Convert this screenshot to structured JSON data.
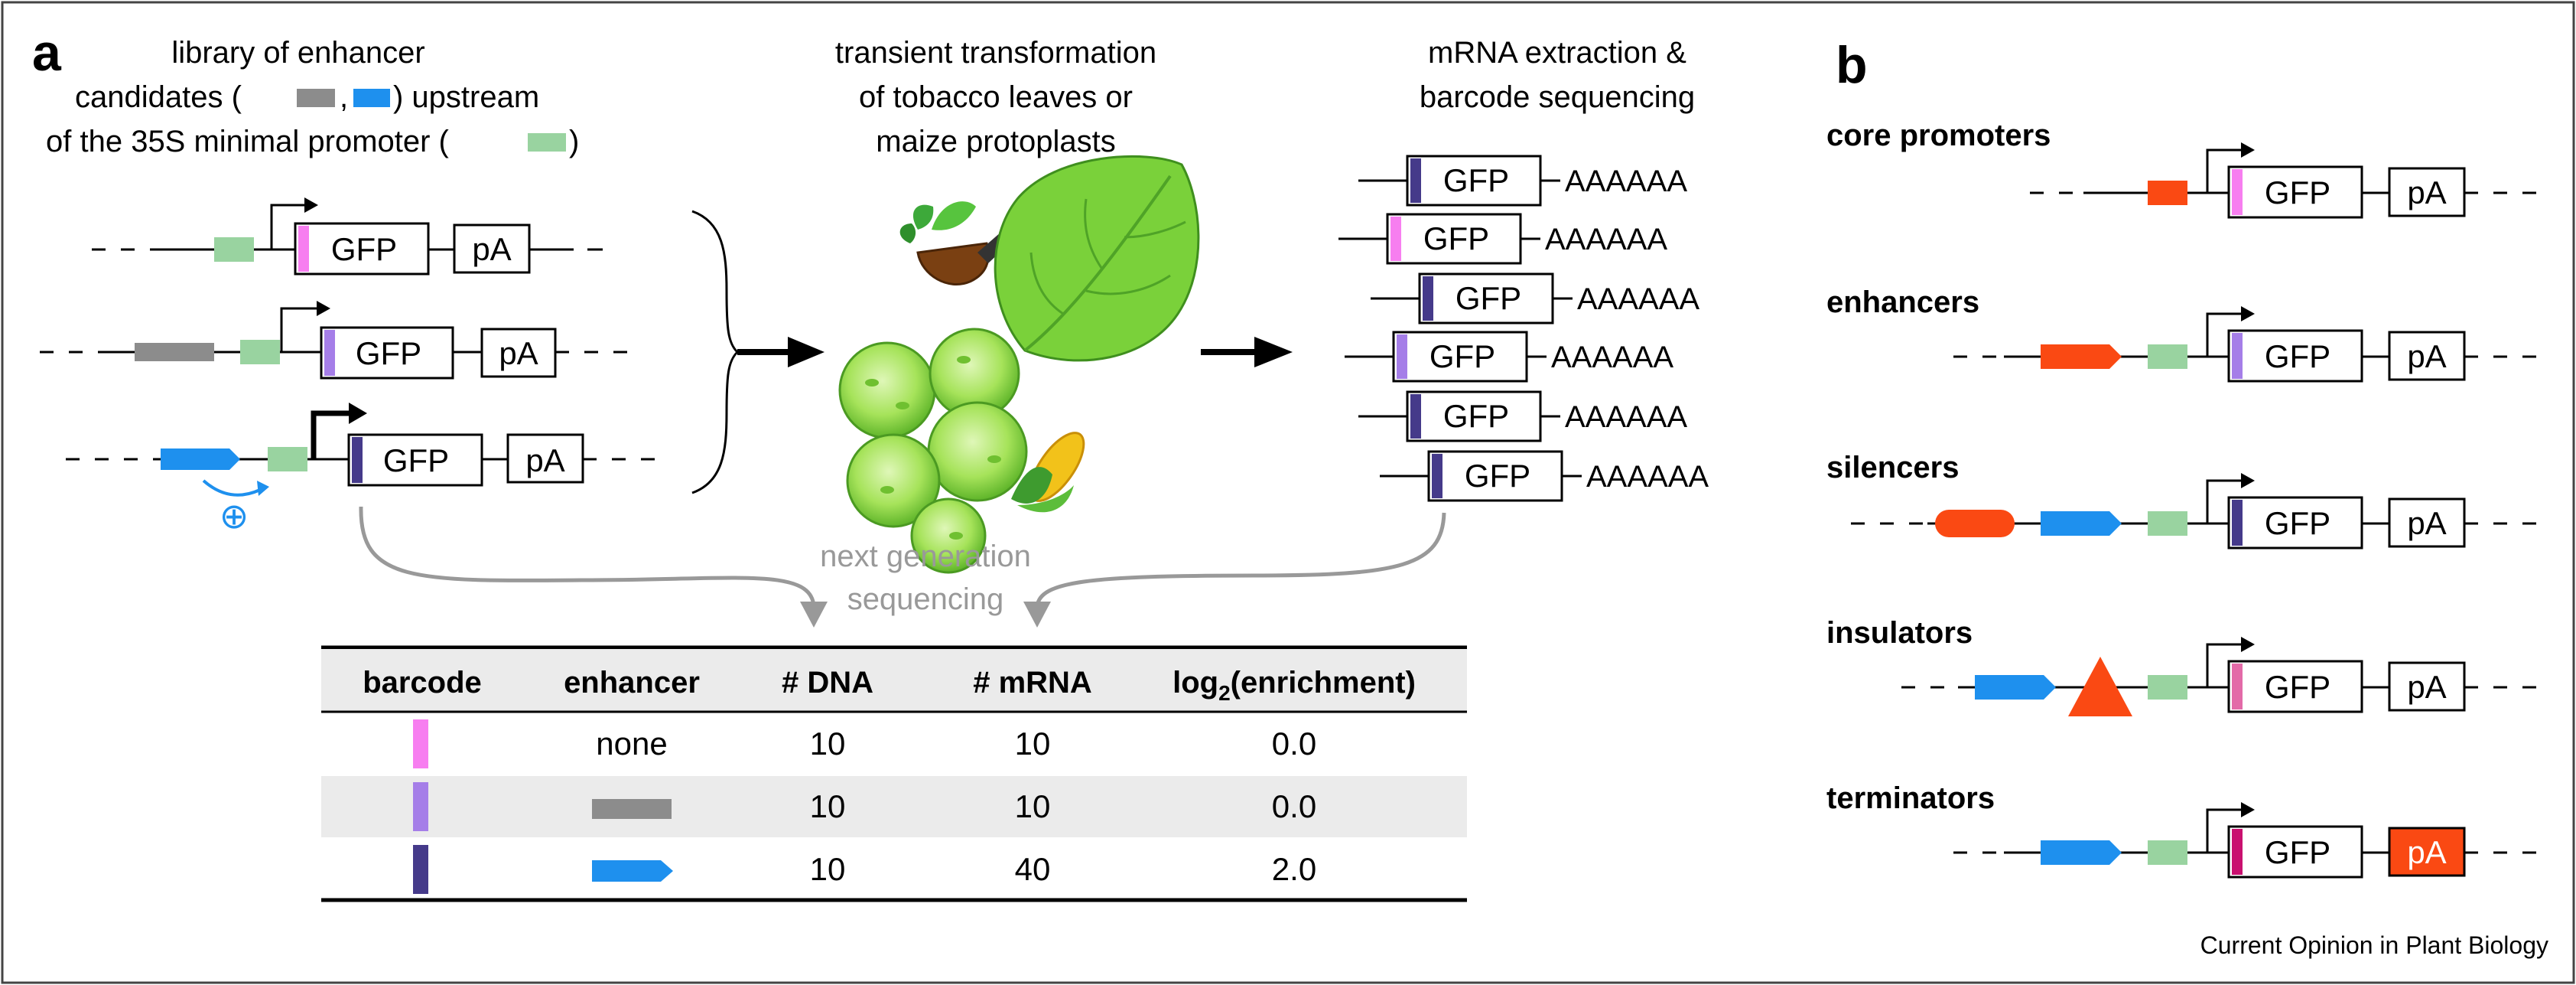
{
  "panel_a": {
    "label": "a",
    "captions": {
      "library_line1": "library of enhancer",
      "library_line2a": "candidates (",
      "library_line2b": ",",
      "library_line2c": ") upstream",
      "library_line3a": "of the 35S minimal promoter (",
      "library_line3b": ")",
      "transform_line1": "transient transformation",
      "transform_line2": "of tobacco leaves or",
      "transform_line3": "maize protoplasts",
      "mrna_line1": "mRNA extraction &",
      "mrna_line2": "barcode sequencing",
      "ngs_line1": "next generation",
      "ngs_line2": "sequencing",
      "plus": "⊕"
    },
    "construct": {
      "gfp": "GFP",
      "pa": "pA",
      "polyA": "AAAAAA"
    },
    "table": {
      "headers": {
        "barcode": "barcode",
        "enhancer": "enhancer",
        "dna": "# DNA",
        "mrna": "# mRNA",
        "log_prefix": "log",
        "log_sub": "2",
        "log_suffix": "(enrichment)"
      },
      "rows": [
        {
          "enhancer": "none",
          "dna": "10",
          "mrna": "10",
          "log2": "0.0",
          "barcode_color": "#f77ef0"
        },
        {
          "enhancer": "",
          "dna": "10",
          "mrna": "10",
          "log2": "0.0",
          "barcode_color": "#a57ee8"
        },
        {
          "enhancer": "",
          "dna": "10",
          "mrna": "40",
          "log2": "2.0",
          "barcode_color": "#453a8a"
        }
      ]
    }
  },
  "panel_b": {
    "label": "b",
    "titles": {
      "core": "core promoters",
      "enhancers": "enhancers",
      "silencers": "silencers",
      "insulators": "insulators",
      "terminators": "terminators"
    }
  },
  "footer": "Current Opinion in Plant Biology",
  "colors": {
    "enhancer_gray": "#8c8c8c",
    "enhancer_blue": "#1e90ee",
    "promoter_green": "#99d3a0",
    "element_orange": "#fa4913",
    "arrow_gray": "#999999",
    "row_shade": "#ebebeb",
    "barcode_pink": "#f77ef0",
    "barcode_lilac": "#a57ee8",
    "barcode_navy": "#453a8a",
    "barcode_rose": "#e36aa8",
    "barcode_magenta": "#c9106f",
    "leaf_green": "#7ad13a",
    "protoplast_green": "#8fe04a"
  }
}
